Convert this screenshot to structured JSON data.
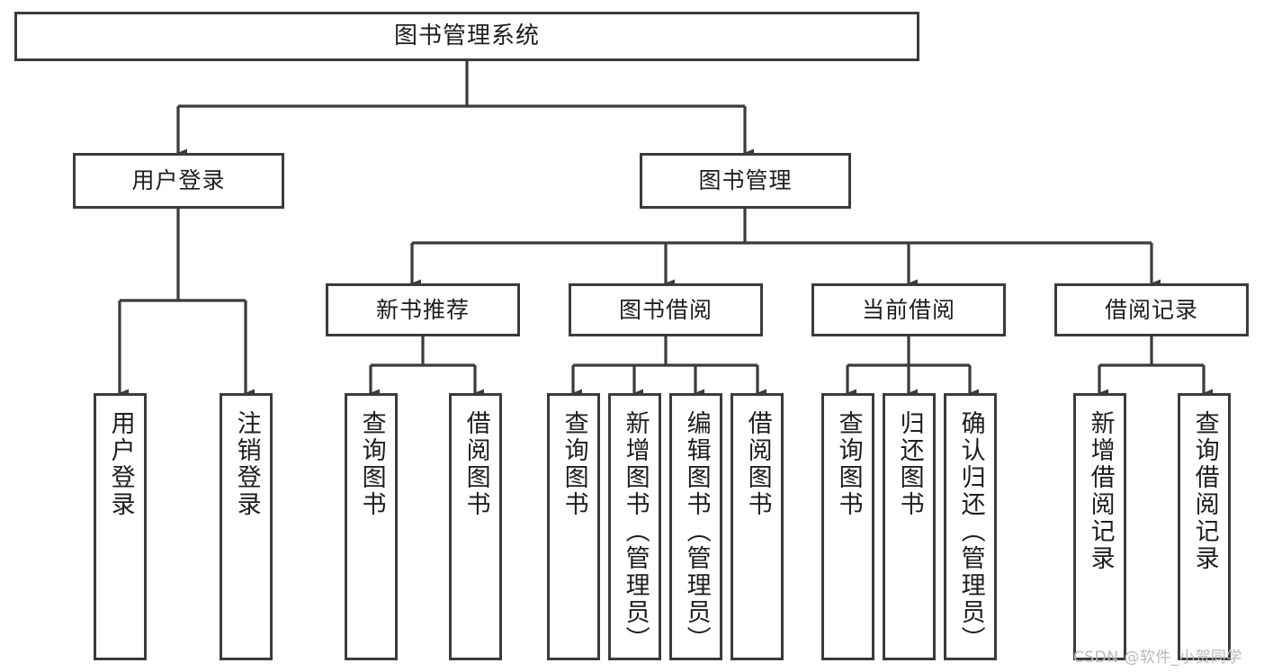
{
  "diagram": {
    "title": "图书管理系统",
    "type": "hierarchical-tree",
    "orientation": "top-down",
    "root": {
      "id": "root",
      "label": "图书管理系统",
      "text_direction": "horizontal"
    },
    "level2": [
      {
        "id": "user-login",
        "label": "用户登录",
        "text_direction": "horizontal"
      },
      {
        "id": "book-management",
        "label": "图书管理",
        "text_direction": "horizontal"
      }
    ],
    "level3": [
      {
        "id": "new-book-recommend",
        "label": "新书推荐",
        "text_direction": "horizontal",
        "parent": "book-management"
      },
      {
        "id": "book-borrow",
        "label": "图书借阅",
        "text_direction": "horizontal",
        "parent": "book-management"
      },
      {
        "id": "current-borrow",
        "label": "当前借阅",
        "text_direction": "horizontal",
        "parent": "book-management"
      },
      {
        "id": "borrow-record",
        "label": "借阅记录",
        "text_direction": "horizontal",
        "parent": "book-management"
      }
    ],
    "leaves": [
      {
        "id": "leaf-user-login",
        "label": "用户登录",
        "text_direction": "vertical",
        "parent": "user-login"
      },
      {
        "id": "leaf-logout-login",
        "label": "注销登录",
        "text_direction": "vertical",
        "parent": "user-login"
      },
      {
        "id": "leaf-query-book-1",
        "label": "查询图书",
        "text_direction": "vertical",
        "parent": "new-book-recommend"
      },
      {
        "id": "leaf-borrow-book-1",
        "label": "借阅图书",
        "text_direction": "vertical",
        "parent": "new-book-recommend"
      },
      {
        "id": "leaf-query-book-2",
        "label": "查询图书",
        "text_direction": "vertical",
        "parent": "book-borrow"
      },
      {
        "id": "leaf-add-book-admin",
        "label": "新增图书（管理员）",
        "text_direction": "vertical",
        "parent": "book-borrow"
      },
      {
        "id": "leaf-edit-book-admin",
        "label": "编辑图书（管理员）",
        "text_direction": "vertical",
        "parent": "book-borrow"
      },
      {
        "id": "leaf-borrow-book-2",
        "label": "借阅图书",
        "text_direction": "vertical",
        "parent": "book-borrow"
      },
      {
        "id": "leaf-query-book-3",
        "label": "查询图书",
        "text_direction": "vertical",
        "parent": "current-borrow"
      },
      {
        "id": "leaf-return-book",
        "label": "归还图书",
        "text_direction": "vertical",
        "parent": "current-borrow"
      },
      {
        "id": "leaf-confirm-return-admin",
        "label": "确认归还（管理员）",
        "text_direction": "vertical",
        "parent": "current-borrow"
      },
      {
        "id": "leaf-add-borrow-record",
        "label": "新增借阅记录",
        "text_direction": "vertical",
        "parent": "borrow-record"
      },
      {
        "id": "leaf-query-borrow-record",
        "label": "查询借阅记录",
        "text_direction": "vertical",
        "parent": "borrow-record"
      }
    ]
  },
  "watermark": {
    "text": "CSDN @软件_小贺同学"
  },
  "colors": {
    "stroke": "#3b3b3b",
    "background": "#ffffff",
    "text": "#1d1d1d",
    "watermark": "#b9b9b9"
  }
}
